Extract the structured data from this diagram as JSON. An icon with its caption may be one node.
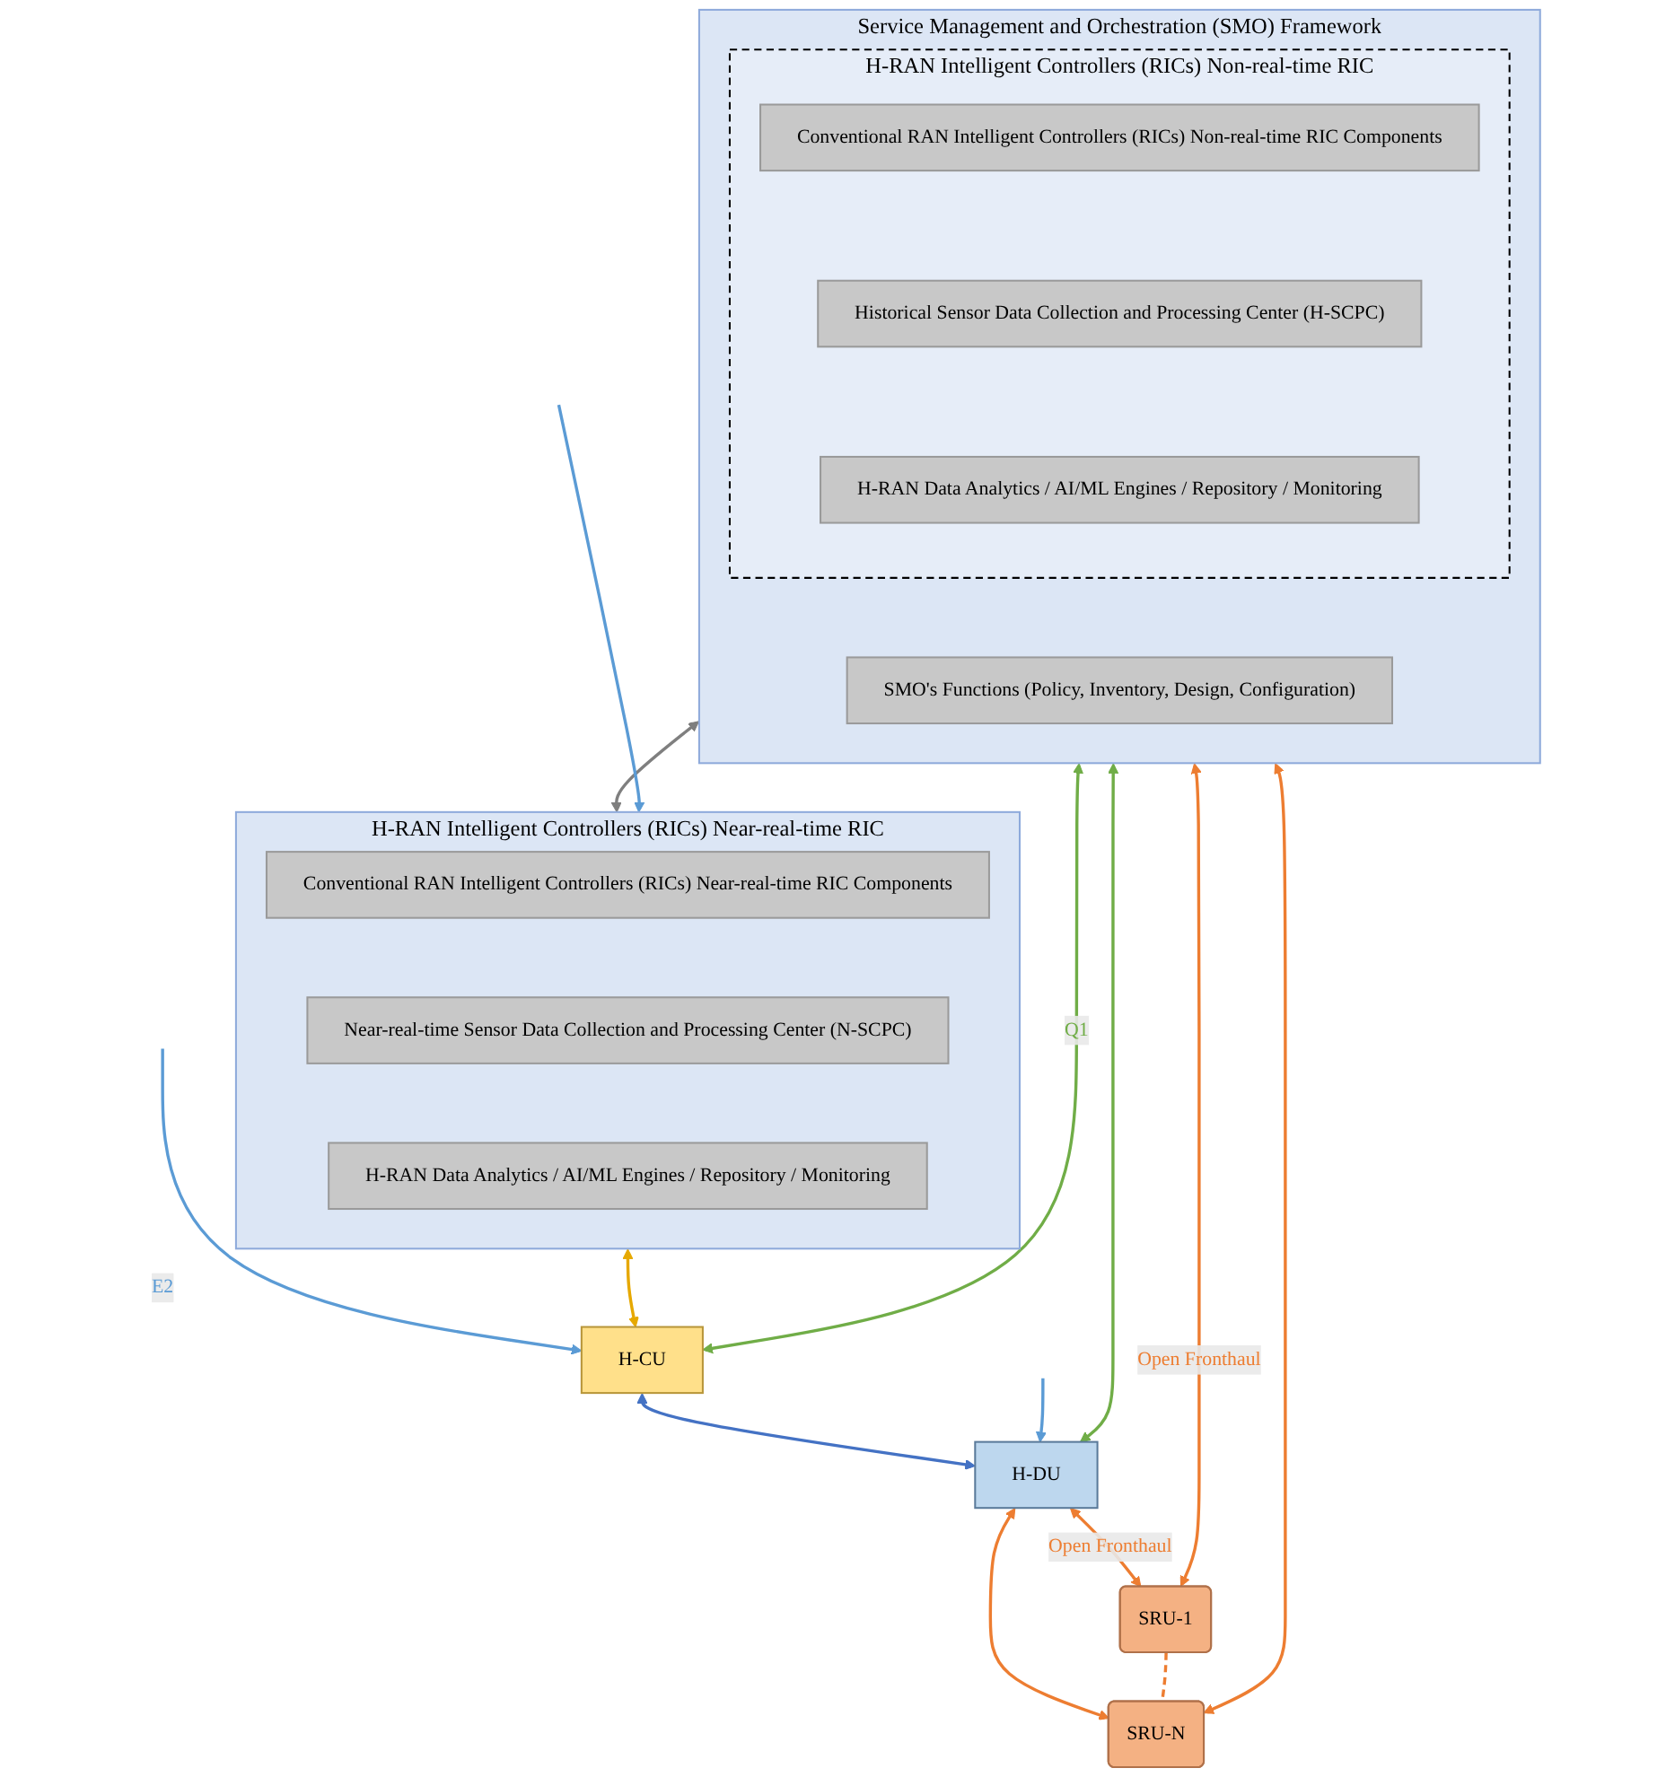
{
  "diagram": {
    "nodes": [
      {
        "text": [
          "Service Management and Orchestration (SMO) Framework"
        ]
      },
      {
        "text": [
          "H-RAN Intelligent Controllers (RICs) Non-real-time RIC"
        ],
        "in": 0
      },
      {
        "text": [
          "Conventional RAN Intelligent Controllers (RICs) Non-real-time RIC Components"
        ],
        "in": 1
      },
      {
        "text": [
          "Historical Sensor Data Collection and Processing Center (H-SCPC)"
        ],
        "in": 1
      },
      {
        "text": [
          "H-RAN Data Analytics / AI/ML Engines / Repository / Monitoring"
        ],
        "in": 1
      },
      {
        "text": [
          "SMO's Functions (Policy, Inventory, Design, Configuration)"
        ],
        "in": 0
      },
      {
        "text": [
          "H-RAN Intelligent Controllers (RICs) Near-real-time RIC"
        ]
      },
      {
        "text": [
          "Conventional RAN Intelligent Controllers (RICs) Near-real-time RIC Components"
        ],
        "in": 6
      },
      {
        "text": [
          "Near-real-time Sensor Data Collection and Processing Center (N-SCPC)"
        ],
        "in": 6
      },
      {
        "text": [
          "H-RAN Data Analytics / AI/ML Engines / Repository / Monitoring"
        ],
        "in": 6
      },
      {
        "text": [
          "H-CU"
        ]
      },
      {
        "text": [
          "H-DU"
        ]
      },
      {
        "text": [
          "SRU-1"
        ]
      },
      {
        "text": [
          "SRU-N"
        ]
      }
    ],
    "edges": [
      {
        "from": 0,
        "to": 6,
        "arrow": "both",
        "color": "#7f7f7f"
      },
      {
        "from": 6,
        "to": 10,
        "arrow": "both",
        "color": "#e6a800"
      },
      {
        "from": 10,
        "to": 11,
        "arrow": "both",
        "color": "#4472c4"
      },
      {
        "from": 11,
        "to": 12,
        "arrow": "both",
        "label": "Open Fronthaul",
        "color": "#ed7d31"
      },
      {
        "from": 11,
        "to": 13,
        "arrow": "both",
        "color": "#ed7d31"
      },
      {
        "from": 12,
        "to": 13,
        "arrow": "none",
        "style": "dashed",
        "color": "#ed7d31"
      },
      {
        "from": 0,
        "to": 12,
        "arrow": "both",
        "label": "Open Fronthaul",
        "color": "#ed7d31"
      },
      {
        "from": 0,
        "to": 13,
        "arrow": "both",
        "color": "#ed7d31"
      },
      {
        "from": 0,
        "to": 10,
        "arrow": "both",
        "label": "Q1",
        "color": "#70ad47"
      },
      {
        "from": 0,
        "to": 11,
        "arrow": "both",
        "color": "#70ad47"
      },
      {
        "from": null,
        "to": 6,
        "arrow": "to",
        "color": "#5b9bd5"
      },
      {
        "from": null,
        "to": 10,
        "arrow": "to",
        "label": "E2",
        "color": "#5b9bd5"
      },
      {
        "from": null,
        "to": 11,
        "arrow": "to",
        "color": "#5b9bd5"
      }
    ]
  }
}
